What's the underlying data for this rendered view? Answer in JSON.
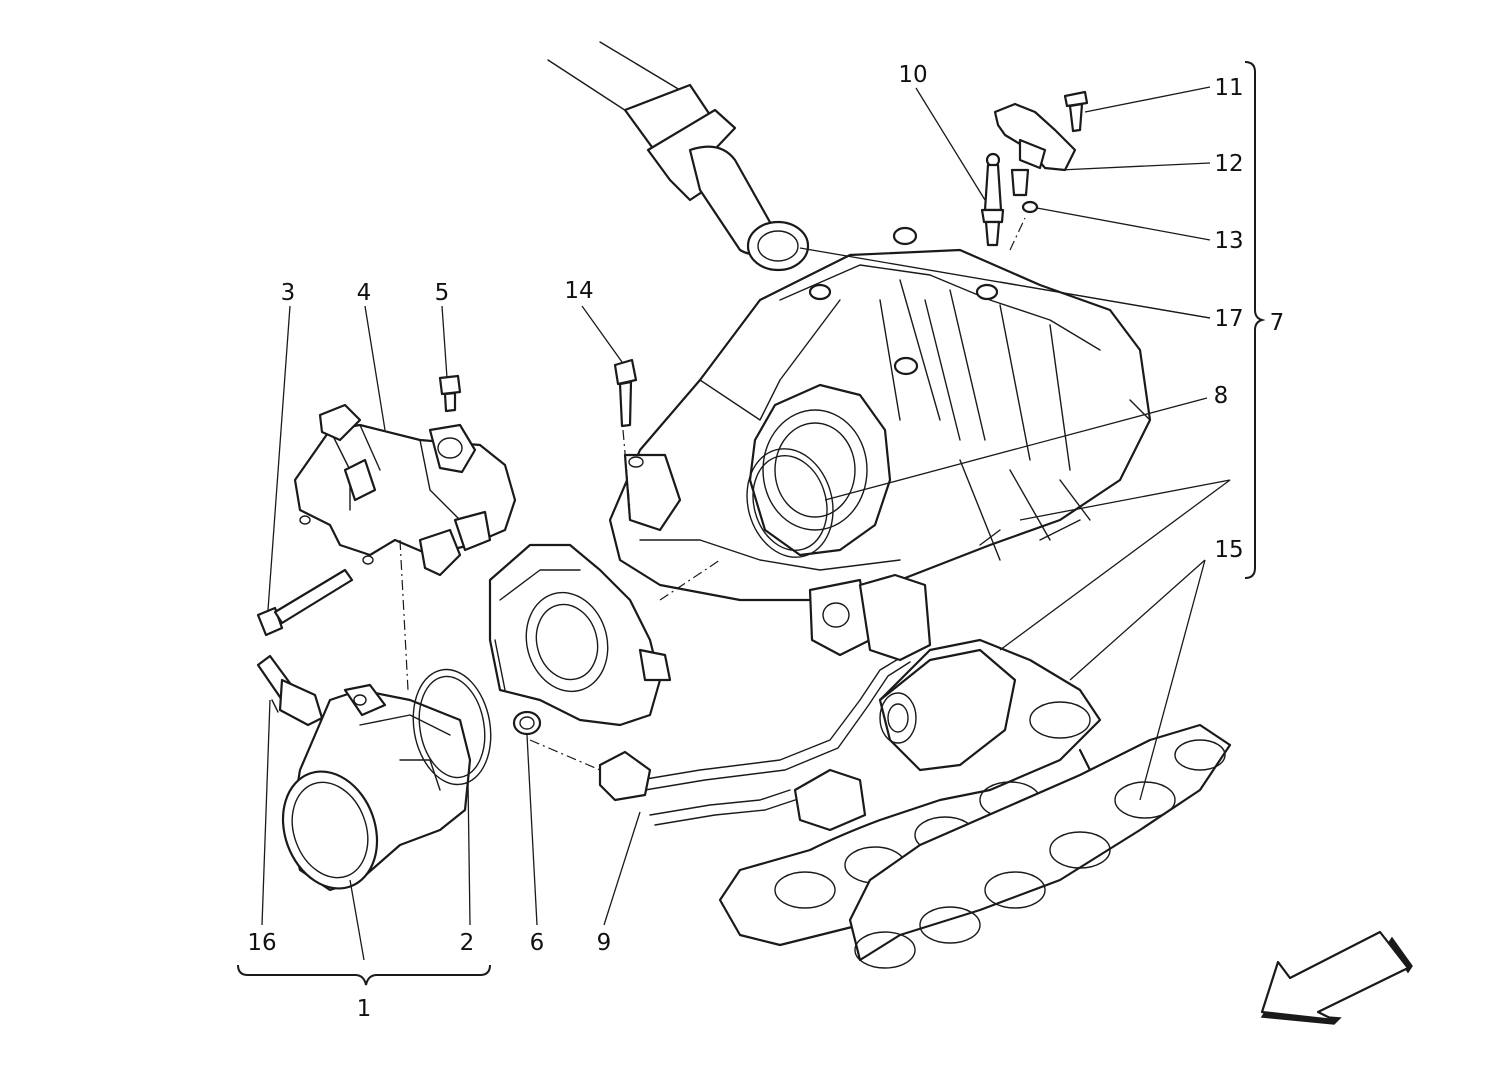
{
  "diagram": {
    "callouts": {
      "c1": "1",
      "c2": "2",
      "c3": "3",
      "c4": "4",
      "c5": "5",
      "c6": "6",
      "c7": "7",
      "c8": "8",
      "c9": "9",
      "c10": "10",
      "c11": "11",
      "c12": "12",
      "c13": "13",
      "c14": "14",
      "c15": "15",
      "c16": "16",
      "c17": "17"
    },
    "icons": {
      "orientation_arrow": "direction-arrow-icon"
    },
    "colors": {
      "line": "#1a1a1a",
      "background": "#ffffff"
    }
  }
}
